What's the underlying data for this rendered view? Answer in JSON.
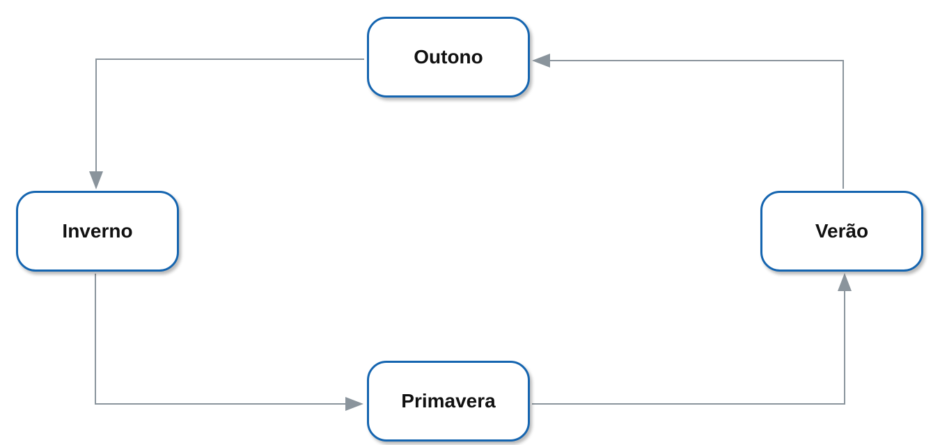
{
  "diagram": {
    "type": "cycle",
    "nodes": {
      "outono": "Outono",
      "inverno": "Inverno",
      "primavera": "Primavera",
      "verao": "Verão"
    },
    "edges": [
      {
        "from": "outono",
        "to": "inverno"
      },
      {
        "from": "inverno",
        "to": "primavera"
      },
      {
        "from": "primavera",
        "to": "verao"
      },
      {
        "from": "verao",
        "to": "outono"
      }
    ],
    "colors": {
      "node_border": "#1565b0",
      "edge": "#8a949c",
      "text": "#111111"
    }
  }
}
